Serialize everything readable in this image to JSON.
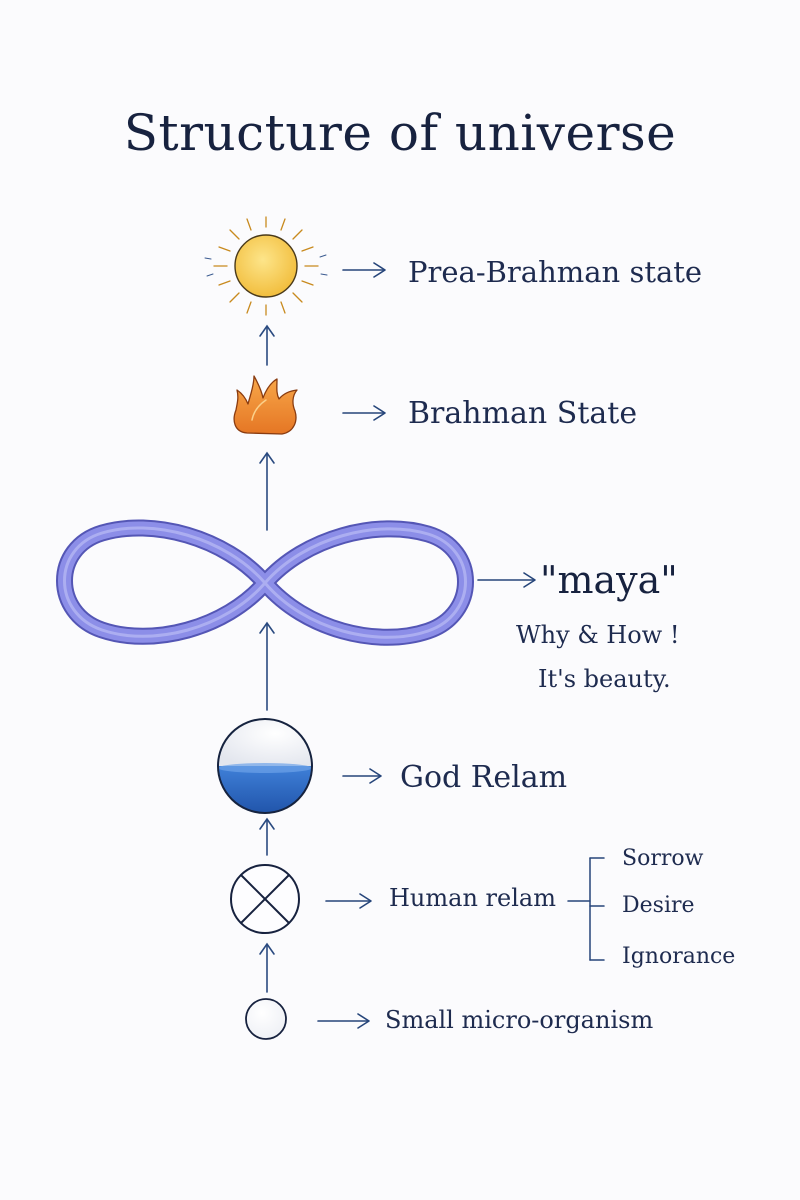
{
  "title": "Structure of universe",
  "levels": [
    {
      "icon": "sun-icon",
      "label": "Prea-Brahman state"
    },
    {
      "icon": "flame-icon",
      "label": "Brahman State"
    },
    {
      "icon": "infinity-icon",
      "label": "\"maya\"",
      "notes": [
        "Why & How !",
        "It's beauty."
      ]
    },
    {
      "icon": "half-filled-sphere-icon",
      "label": "God Relam"
    },
    {
      "icon": "crossed-circle-icon",
      "label": "Human relam",
      "branches": [
        "Sorrow",
        "Desire",
        "Ignorance"
      ]
    },
    {
      "icon": "small-circle-icon",
      "label": "Small micro-organism"
    }
  ],
  "colors": {
    "text": "#1e2b4f",
    "arrow": "#26457a",
    "sun": "#f5c84a",
    "flame": "#ee8a2e",
    "infinity": "#7c7ee0",
    "god_sphere_fill": "#2f6dc4"
  }
}
